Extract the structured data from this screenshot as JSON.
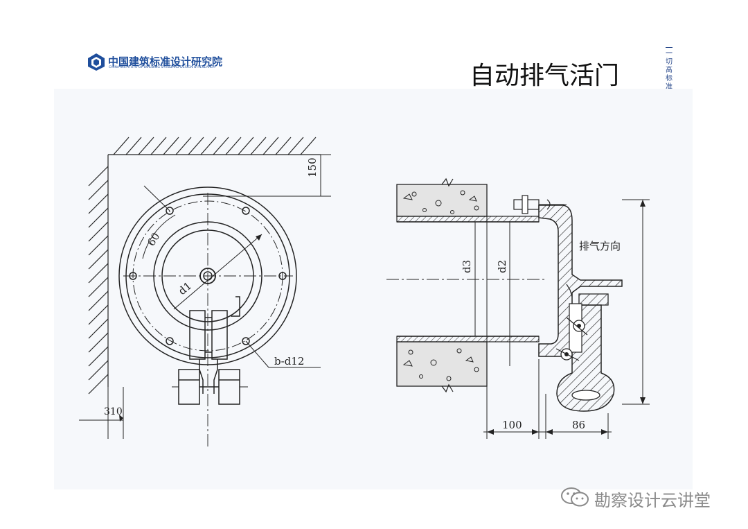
{
  "header": {
    "org_name_cn": "中国建筑标准设计研究院",
    "org_name_en": "CHINA INSTITUTE OF BUILDING STANDARD DESIGN & RESEARCH",
    "slide_title": "自动排气活门",
    "side_slogan": "一切高标准"
  },
  "diagram": {
    "front_view": {
      "dim_top": "150",
      "dim_bolt_angle": "60",
      "dim_inner_dia": "d1",
      "bolt_callout": "b-d12",
      "dim_corner": "310"
    },
    "side_view": {
      "dim_pipe_outer": "d3",
      "dim_pipe_inner": "d2",
      "flow_label": "排气方向",
      "dim_wall": "100",
      "dim_valve": "86"
    }
  },
  "watermark": {
    "text": "勘察设计云讲堂"
  },
  "colors": {
    "brand_blue": "#1f4e9c",
    "line": "#222222",
    "concrete_fill": "#e4e4e4"
  }
}
